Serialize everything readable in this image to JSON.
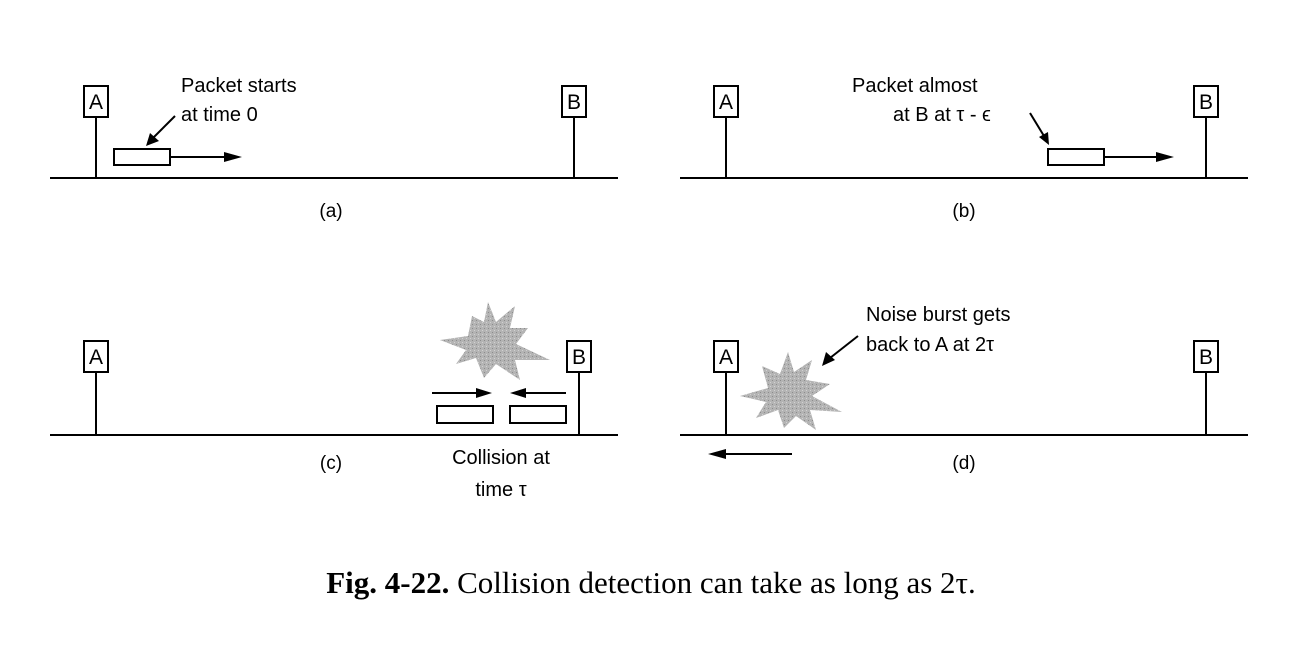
{
  "figure": {
    "panels": [
      {
        "label": "(a)",
        "node_a": "A",
        "node_b": "B",
        "annotation": [
          "Packet starts",
          "at time 0"
        ]
      },
      {
        "label": "(b)",
        "node_a": "A",
        "node_b": "B",
        "annotation": [
          "Packet almost",
          "at B at τ - ϵ"
        ]
      },
      {
        "label": "(c)",
        "node_a": "A",
        "node_b": "B",
        "annotation": [
          "Collision at",
          "time τ"
        ]
      },
      {
        "label": "(d)",
        "node_a": "A",
        "node_b": "B",
        "annotation": [
          "Noise burst gets",
          "back to A  at 2τ"
        ]
      }
    ],
    "caption": {
      "number": "Fig.  4-22.",
      "text": "Collision detection can take as long as 2τ."
    }
  }
}
